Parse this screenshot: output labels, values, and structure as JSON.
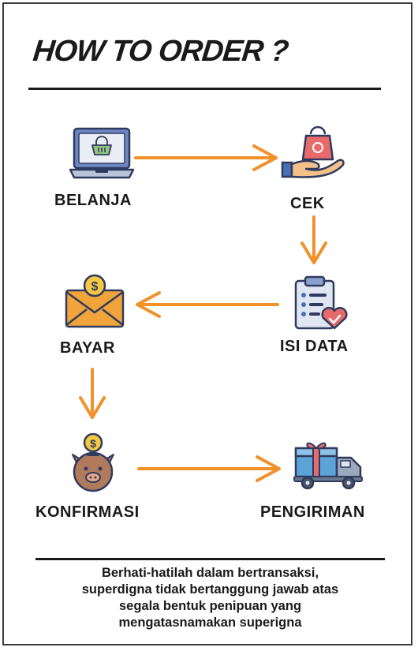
{
  "title": "HOW TO ORDER ?",
  "colors": {
    "arrow": "#f0912a",
    "text": "#1a1a1a"
  },
  "steps": [
    {
      "label": "BELANJA",
      "icon": "laptop-cart-icon"
    },
    {
      "label": "CEK",
      "icon": "hand-shopping-bag-icon"
    },
    {
      "label": "ISI DATA",
      "icon": "clipboard-checklist-icon"
    },
    {
      "label": "BAYAR",
      "icon": "money-envelope-icon"
    },
    {
      "label": "KONFIRMASI",
      "icon": "piggy-bank-coin-icon"
    },
    {
      "label": "PENGIRIMAN",
      "icon": "delivery-truck-gift-icon"
    }
  ],
  "disclaimer": {
    "lines": [
      "Berhati-hatilah dalam bertransaksi,",
      "superdigna tidak bertanggung jawab atas",
      "segala bentuk penipuan yang",
      "mengatasnamakan superigna"
    ]
  }
}
